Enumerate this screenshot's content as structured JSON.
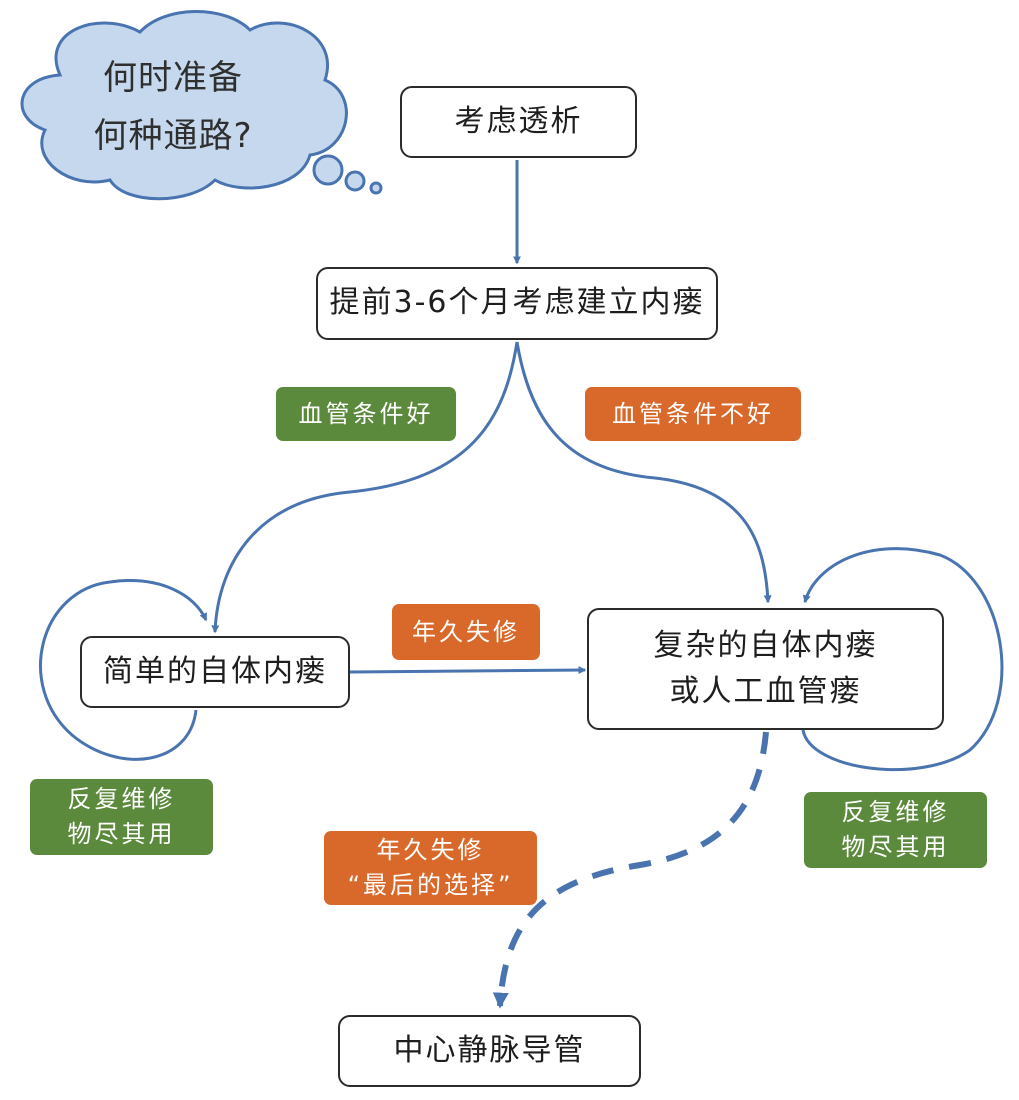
{
  "cloud": {
    "line1": "何时准备",
    "line2": "何种通路?"
  },
  "nodes": {
    "consider_dialysis": "考虑透析",
    "plan_fistula": "提前3-6个月考虑建立内瘘",
    "simple_fistula": "简单的自体内瘘",
    "complex_fistula": {
      "line1": "复杂的自体内瘘",
      "line2": "或人工血管瘘"
    },
    "central_catheter": "中心静脉导管"
  },
  "labels": {
    "vessel_good": "血管条件好",
    "vessel_bad": "血管条件不好",
    "long_disrepair": "年久失修",
    "repair_left": {
      "line1": "反复维修",
      "line2": "物尽其用"
    },
    "repair_right": {
      "line1": "反复维修",
      "line2": "物尽其用"
    },
    "last_choice": {
      "line1": "年久失修",
      "line2": "“最后的选择”"
    }
  },
  "colors": {
    "arrow": "#4a74b0",
    "green_tag": "#5b8a3c",
    "orange_tag": "#d8692a",
    "cloud_fill": "#c5d8ee",
    "cloud_stroke": "#4a74b0"
  }
}
